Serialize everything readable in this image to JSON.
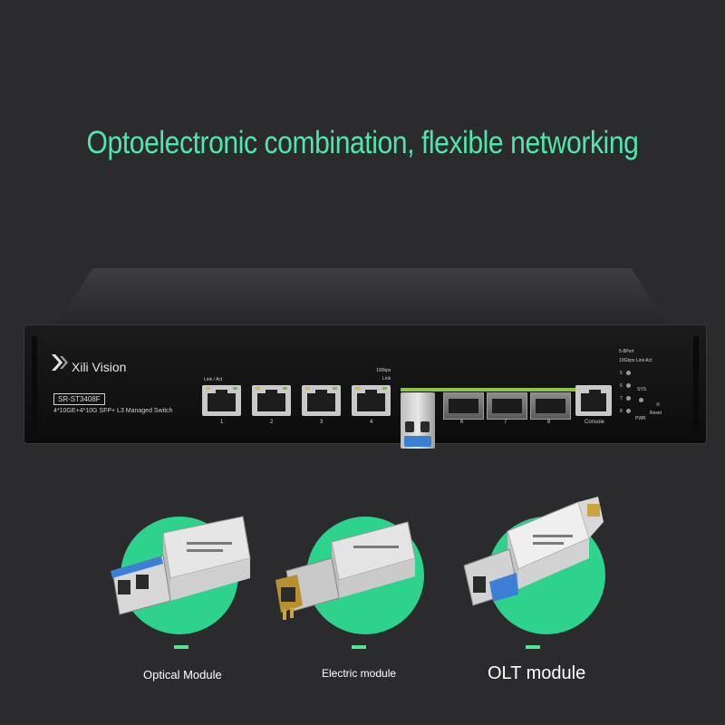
{
  "headline": "Optoelectronic combination, flexible networking",
  "switch": {
    "brand": "Xili Vision",
    "model": "SR-ST3408F",
    "description": "4*10GE+4*10G SFP+ L3 Managed Switch",
    "rj45_legend": "Link / Act",
    "speed_label": "100bps",
    "link_label": "Link",
    "ports": [
      "1",
      "2",
      "3",
      "4",
      "6",
      "7",
      "8"
    ],
    "console_label": "Console",
    "status_header": "5-8Port",
    "status_legend": "10Gbps  Link  Act",
    "status_leds": [
      "5",
      "6",
      "7",
      "8"
    ],
    "sys_label": "SYS",
    "pwr_label": "PWR",
    "reset_label": "Reset"
  },
  "modules": [
    {
      "label": "Optical Module",
      "icon": "optical-sfp-module"
    },
    {
      "label": "Electric module",
      "icon": "rj45-sfp-module"
    },
    {
      "label": "OLT module",
      "icon": "olt-sfp-module"
    }
  ],
  "colors": {
    "background": "#2b2b2d",
    "accent": "#4fe6ab",
    "circle": "#2dd38c",
    "dash": "#57e38f"
  }
}
